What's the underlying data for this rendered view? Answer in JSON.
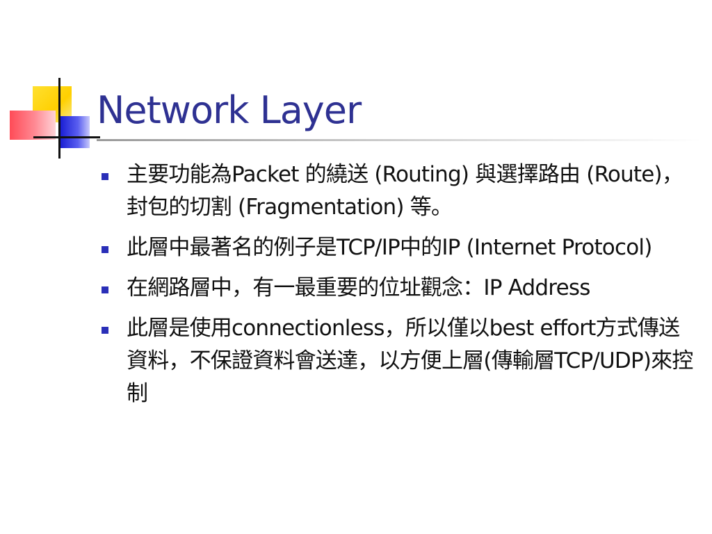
{
  "slide": {
    "title": "Network Layer",
    "bullets": [
      "主要功能為Packet 的繞送 (Routing) 與選擇路由 (Route)，封包的切割 (Fragmentation) 等。",
      "此層中最著名的例子是TCP/IP中的IP (Internet Protocol)",
      "在網路層中，有一最重要的位址觀念：IP Address",
      "此層是使用connectionless，所以僅以best effort方式傳送資料，不保證資料會送達，以方便上層(傳輸層TCP/UDP)來控制"
    ]
  },
  "colors": {
    "title": "#2e3192",
    "bullet_marker": "#2a2fb8",
    "text": "#111111"
  }
}
